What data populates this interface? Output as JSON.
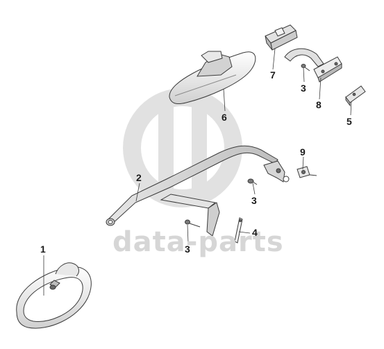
{
  "watermark": {
    "logo": "dp-monogram",
    "text": "data-parts"
  },
  "callouts": {
    "c1": "1",
    "c2": "2",
    "c3a": "3",
    "c3b": "3",
    "c3c": "3",
    "c4": "4",
    "c5": "5",
    "c6": "6",
    "c7": "7",
    "c8": "8",
    "c9": "9"
  },
  "colors": {
    "line": "#3a3a3a",
    "part_fill": "#ffffff",
    "part_shade": "#d9d9d9",
    "watermark": "#d9d9d9"
  }
}
